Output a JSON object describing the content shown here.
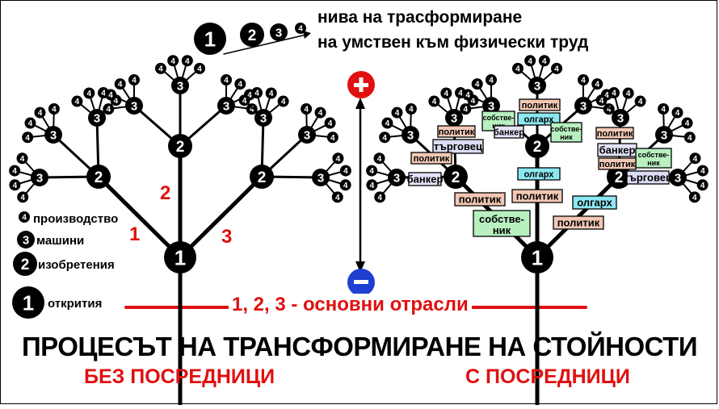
{
  "header": {
    "line1": "нива на трасформиране",
    "line2": "на умствен към физически труд"
  },
  "legend": [
    {
      "level": "4",
      "label": "производство"
    },
    {
      "level": "3",
      "label": "машини"
    },
    {
      "level": "2",
      "label": "изобретения"
    },
    {
      "level": "1",
      "label": "открития"
    }
  ],
  "branch_numbers": [
    "1",
    "2",
    "3"
  ],
  "axis": {
    "plus": "+",
    "minus": "−"
  },
  "baseline_label": "1, 2, 3 - основни отрасли",
  "title": "ПРОЦЕСЪТ НА ТРАНСФОРМИРАНЕ НА СТОЙНОСТИ",
  "left_caption": "БЕЗ ПОСРЕДНИЦИ",
  "right_caption": "С ПОСРЕДНИЦИ",
  "intermediary_tags": [
    {
      "text": "политик",
      "kind": "politician"
    },
    {
      "text": "собстве-ник",
      "kind": "owner"
    },
    {
      "text": "олгарх",
      "kind": "oligarch"
    },
    {
      "text": "собстве-ник",
      "kind": "owner"
    },
    {
      "text": "банкер",
      "kind": "banker"
    },
    {
      "text": "политик",
      "kind": "politician"
    },
    {
      "text": "търговец",
      "kind": "trader"
    },
    {
      "text": "политик",
      "kind": "politician"
    },
    {
      "text": "политик",
      "kind": "politician"
    },
    {
      "text": "банкер",
      "kind": "banker"
    },
    {
      "text": "собстве-ник",
      "kind": "owner"
    },
    {
      "text": "политик",
      "kind": "politician"
    },
    {
      "text": "банкер",
      "kind": "banker"
    },
    {
      "text": "търговец",
      "kind": "trader"
    },
    {
      "text": "олгарх",
      "kind": "oligarch"
    },
    {
      "text": "политик",
      "kind": "politician"
    },
    {
      "text": "политик",
      "kind": "politician"
    },
    {
      "text": "олгарх",
      "kind": "oligarch"
    },
    {
      "text": "собстве-ник",
      "kind": "owner"
    },
    {
      "text": "политик",
      "kind": "politician"
    }
  ],
  "colors": {
    "red": "#e01010",
    "blue": "#1f3fd0",
    "node": "#000000",
    "politician_bg": "#f2c8b4",
    "owner_bg": "#b8f0c0",
    "oligarch_bg": "#8ce8f0",
    "banker_bg": "#e4e4f8",
    "trader_bg": "#dcdcf4"
  }
}
